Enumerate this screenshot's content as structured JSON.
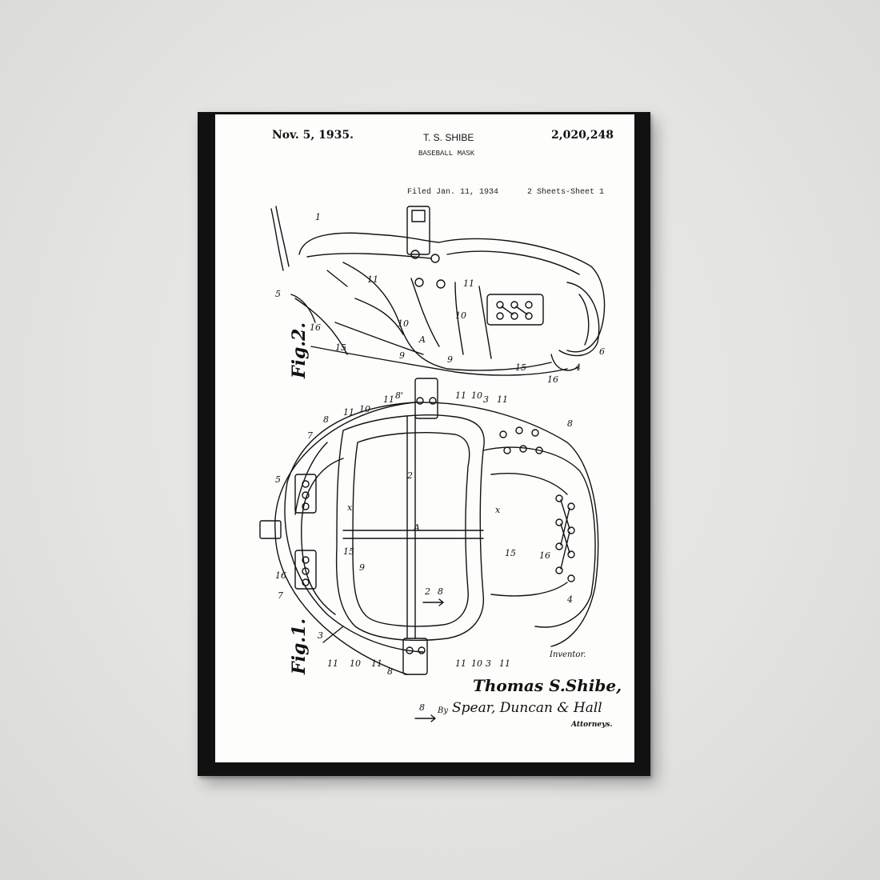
{
  "poster": {
    "date": "Nov. 5, 1935.",
    "inventor_header": "T. S. SHIBE",
    "patent_number": "2,020,248",
    "title": "BASEBALL MASK",
    "filed": "Filed Jan. 11, 1934",
    "sheets": "2 Sheets-Sheet 1",
    "fig1_label": "Fig.1.",
    "fig2_label": "Fig.2.",
    "inventor_caption": "Inventor.",
    "inventor_name": "Thomas S.Shibe,",
    "by_label": "By",
    "attorney_signature": "Spear, Duncan & Hall",
    "attorneys_caption": "Attorneys."
  },
  "colors": {
    "wall": "#e6e6e4",
    "frame": "#111111",
    "paper": "#fdfdfc",
    "ink": "#111111"
  }
}
